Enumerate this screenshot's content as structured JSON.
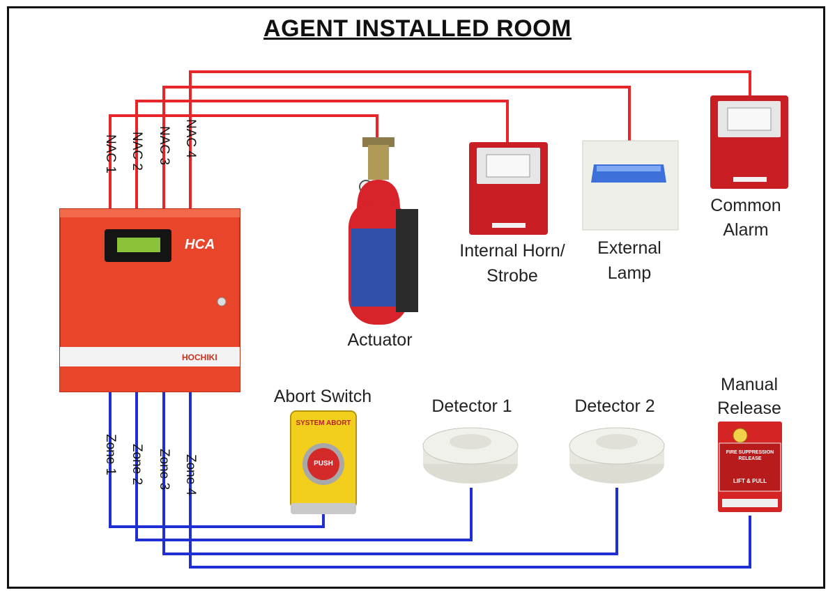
{
  "title": "AGENT INSTALLED ROOM",
  "panel": {
    "brand": "HCA",
    "maker": "HOCHIKI"
  },
  "nac_labels": [
    "NAC 1",
    "NAC 2",
    "NAC 3",
    "NAC 4"
  ],
  "zone_labels": [
    "Zone 1",
    "Zone 2",
    "Zone 3",
    "Zone 4"
  ],
  "devices": {
    "actuator": "Actuator",
    "horn_strobe": [
      "Internal Horn/",
      "Strobe"
    ],
    "external_lamp": [
      "External",
      "Lamp"
    ],
    "common_alarm": [
      "Common",
      "Alarm"
    ],
    "abort_switch": "Abort Switch",
    "detector1": "Detector 1",
    "detector2": "Detector 2",
    "manual_release": [
      "Manual",
      "Release"
    ]
  },
  "abort_face": {
    "header": "SYSTEM ABORT",
    "button": "PUSH"
  },
  "release_face": {
    "text": "FIRE SUPPRESSION RELEASE",
    "pull": "LIFT & PULL"
  },
  "colors": {
    "nac_wire": "#e8262a",
    "zone_wire": "#1f2fd4",
    "panel": "#e8452b"
  }
}
